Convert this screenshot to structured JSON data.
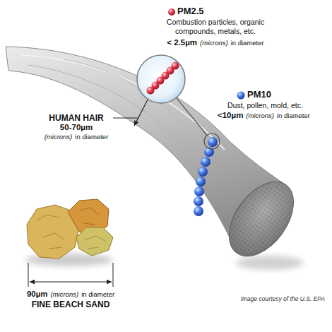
{
  "diagram": {
    "labels": [
      "PM2.5",
      "Combustion particles, organic compounds, metals, etc.",
      "< 2.5µm",
      "(microns)",
      "in diameter",
      "PM10",
      "Dust, pollen, mold, etc.",
      "<10µm",
      "(microns)",
      "in diameter",
      "HUMAN HAIR",
      "50-70µm",
      "(microns)",
      "in diameter",
      "90µm",
      "(microns)",
      "in diameter",
      "FINE BEACH SAND",
      "Image courtesy of the U.S. EPA"
    ]
  }
}
